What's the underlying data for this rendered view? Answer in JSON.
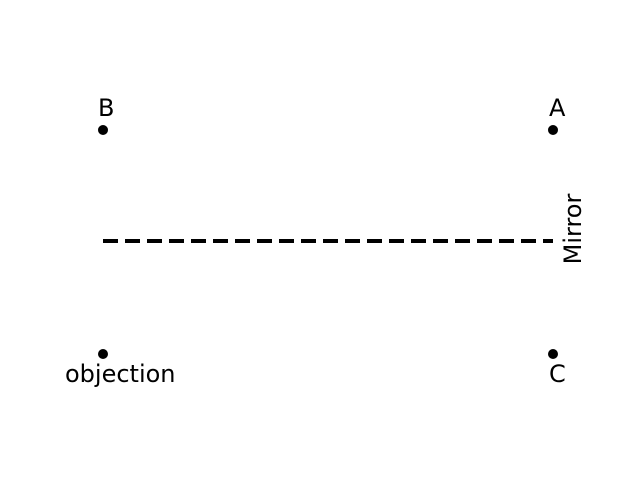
{
  "diagram": {
    "points": {
      "b": "B",
      "a": "A",
      "object": "objection",
      "c": "C"
    },
    "mirror_label": "Mirror",
    "colors": {
      "ink": "#000000",
      "background": "#ffffff"
    }
  }
}
